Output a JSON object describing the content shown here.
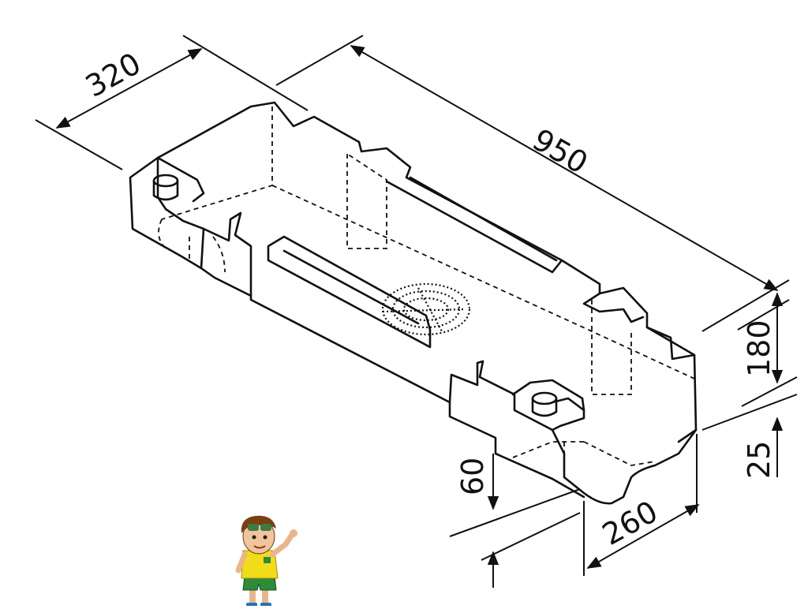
{
  "dimensions": {
    "width_label": "320",
    "length_label": "950",
    "height_label": "180",
    "base_label": "25",
    "depth_label": "260",
    "recess_label": "60"
  },
  "colors": {
    "line": "#111111",
    "background": "#ffffff",
    "mascot_shirt": "#f2dc1a",
    "mascot_shorts": "#2e8b3a"
  },
  "icons": {
    "mascot": "boy-mascot-icon"
  }
}
